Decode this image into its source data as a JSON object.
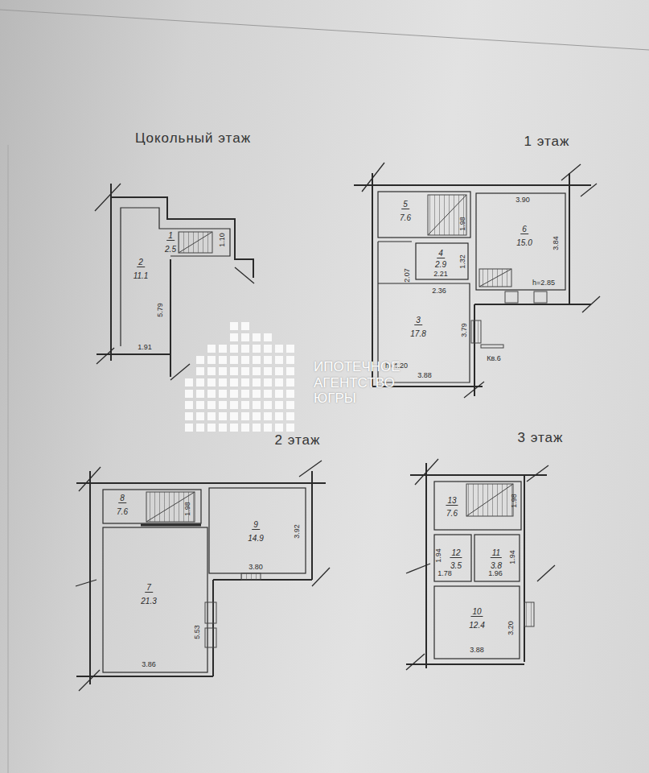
{
  "diagram": {
    "labels": [
      "Цокольный этаж",
      "1 этаж",
      "1",
      "2.5",
      "1.10",
      "2",
      "11.1",
      "5.79",
      "1.91",
      "5",
      "7.6",
      "3.90",
      "1.98",
      "6",
      "15.0",
      "3.84",
      "4",
      "2.9",
      "2.21",
      "1.32",
      "2.07",
      "2.36",
      "h=2.85",
      "3",
      "17.8",
      "3.79",
      "Кв.6",
      "h=4.20",
      "3.88",
      "ИПОТЕЧНОЕ АГЕНТСТВО ЮГРЫ",
      "2 этаж",
      "3 этаж",
      "8",
      "7.6",
      "1.98",
      "9",
      "14.9",
      "3.92",
      "3.80",
      "7",
      "21.3",
      "5.53",
      "3.86",
      "13",
      "7.6",
      "1.98",
      "1.94",
      "12",
      "3.5",
      "11",
      "3.8",
      "1.94",
      "1.78",
      "1.96",
      "10",
      "12.4",
      "3.20",
      "3.88"
    ]
  }
}
